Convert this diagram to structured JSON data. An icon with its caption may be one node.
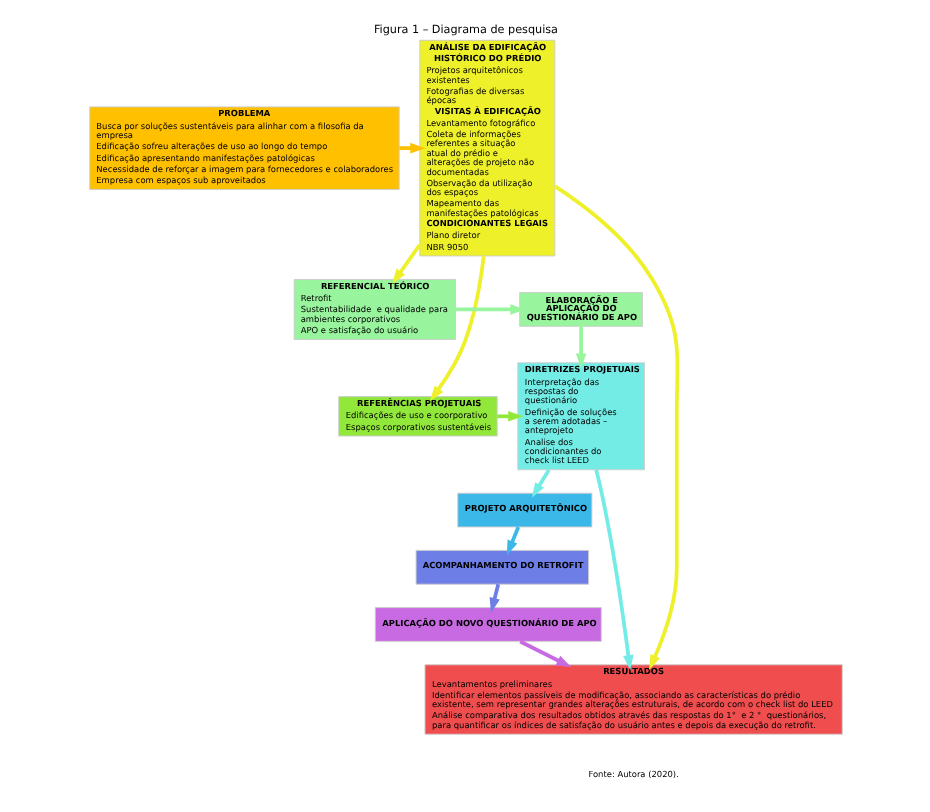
{
  "diagram": {
    "title": "Figura 1 – Diagrama de pesquisa",
    "caption": "Fonte: Autora (2020).",
    "nodes": [
      {
        "text": [
          "PROBLEMA",
          "Busca por soluções sustentáveis para alinhar com a filosofia da empresa",
          "Edificação sofreu alterações de uso ao longo do tempo",
          "Edificação apresentando manifestações patológicas",
          "Necessidade de reforçar a imagem para fornecedores e colaboradores",
          "Empresa com espaços sub aproveitados"
        ]
      },
      {
        "text": [
          "ANÁLISE DA EDIFICAÇÃO",
          "HISTÓRICO DO PRÉDIO",
          "Projetos arquitetônicos existentes",
          "Fotografias de diversas épocas",
          "VISITAS À EDIFICAÇÃO",
          "Levantamento fotográfico",
          "Coleta de informações referentes a situação atual do prédio e alterações de projeto não documentadas",
          "Observação da utilização dos espaços",
          "Mapeamento das manifestações patológicas",
          "CONDICIONANTES LEGAIS",
          "Plano diretor",
          "NBR 9050"
        ]
      },
      {
        "text": [
          "ELABORAÇÃO E APLICAÇÃO DO QUESTIONÁRIO DE APO"
        ]
      },
      {
        "text": [
          "REFERENCIAL TEÓRICO",
          "Retrofit",
          "Sustentabilidade  e qualidade para ambientes corporativos",
          "APO e satisfação do usuário"
        ]
      },
      {
        "text": [
          "DIRETRIZES PROJETUAIS",
          "Interpretação das respostas do questionário",
          "Definição de soluções a serem adotadas – anteprojeto",
          "Analise dos condicionantes do check list LEED"
        ]
      },
      {
        "text": [
          "REFERÊNCIAS PROJETUAIS",
          "Edificações de uso e coorporativo",
          "Espaços corporativos sustentáveis"
        ]
      },
      {
        "text": [
          "PROJETO ARQUITETÔNICO"
        ]
      },
      {
        "text": [
          "ACOMPANHAMENTO DO RETROFIT"
        ]
      },
      {
        "text": [
          "APLICAÇÃO DO NOVO QUESTIONÁRIO DE APO"
        ]
      },
      {
        "text": [
          "RESULTADOS",
          "Levantamentos preliminares",
          "Identificar elementos passíveis de modificação, associando as características do prédio existente, sem representar grandes alterações estruturais, de acordo com o check list do LEED",
          "Análise comparativa dos resultados obtidos através das respostas do 1°  e 2 °  questionários, para quantificar os índices de satisfação do usuário antes e depois da execução do retrofit."
        ]
      }
    ],
    "edges": [
      {
        "from": 0,
        "to": 1,
        "arrow": "to",
        "color": "#ffc000"
      },
      {
        "from": 1,
        "to": 3,
        "arrow": "to",
        "color": "#eef02a"
      },
      {
        "from": 1,
        "to": 5,
        "arrow": "to",
        "color": "#eef02a"
      },
      {
        "from": 3,
        "to": 2,
        "arrow": "to",
        "color": "#99f59d"
      },
      {
        "from": 2,
        "to": 4,
        "arrow": "to",
        "color": "#99f59d"
      },
      {
        "from": 5,
        "to": 4,
        "arrow": "to",
        "color": "#92e83a"
      },
      {
        "from": 4,
        "to": 6,
        "arrow": "to",
        "color": "#74ece6"
      },
      {
        "from": 6,
        "to": 7,
        "arrow": "to",
        "color": "#3bb7e8"
      },
      {
        "from": 7,
        "to": 8,
        "arrow": "to",
        "color": "#6d7ee6"
      },
      {
        "from": 8,
        "to": 9,
        "arrow": "to",
        "color": "#c86be3"
      },
      {
        "from": 4,
        "to": 9,
        "arrow": "to",
        "color": "#74ece6"
      },
      {
        "from": 1,
        "to": 9,
        "arrow": "to",
        "color": "#eef02a"
      }
    ]
  }
}
